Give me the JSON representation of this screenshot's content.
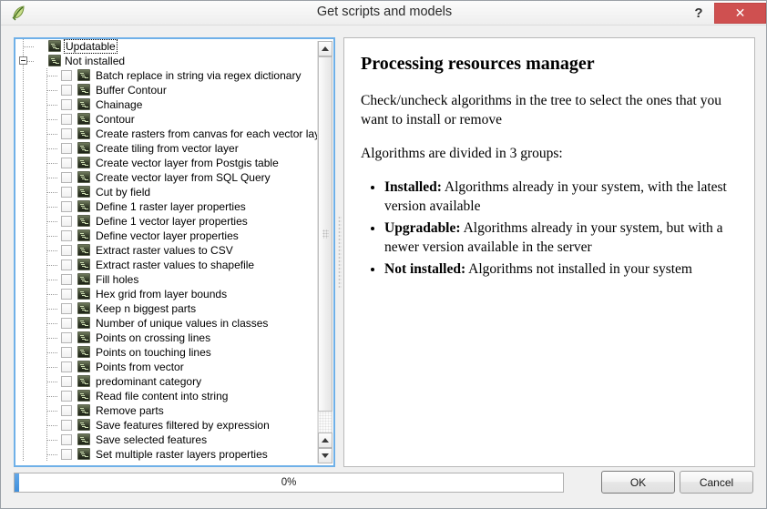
{
  "window": {
    "title": "Get scripts and models",
    "app_icon": "qgis-leaf-icon",
    "help_label": "?",
    "close_label": "✕"
  },
  "tree": {
    "groups": [
      {
        "label": "Updatable",
        "type": "group",
        "expanded": false,
        "focused": true,
        "has_expander": false,
        "icon": "script-icon"
      },
      {
        "label": "Not installed",
        "type": "group",
        "expanded": true,
        "focused": false,
        "has_expander": true,
        "icon": "script-icon"
      }
    ],
    "items": [
      {
        "label": "Batch replace in string via regex dictionary",
        "checked": false,
        "icon": "script-icon"
      },
      {
        "label": "Buffer Contour",
        "checked": false,
        "icon": "script-icon"
      },
      {
        "label": "Chainage",
        "checked": false,
        "icon": "script-icon"
      },
      {
        "label": "Contour",
        "checked": false,
        "icon": "script-icon"
      },
      {
        "label": "Create rasters from canvas for each vector laye...",
        "checked": false,
        "icon": "script-icon"
      },
      {
        "label": "Create tiling from vector layer",
        "checked": false,
        "icon": "script-icon"
      },
      {
        "label": "Create vector layer from Postgis table",
        "checked": false,
        "icon": "script-icon"
      },
      {
        "label": "Create vector layer from SQL Query",
        "checked": false,
        "icon": "script-icon"
      },
      {
        "label": "Cut by field",
        "checked": false,
        "icon": "script-icon"
      },
      {
        "label": "Define 1 raster layer properties",
        "checked": false,
        "icon": "script-icon"
      },
      {
        "label": "Define 1 vector layer properties",
        "checked": false,
        "icon": "script-icon"
      },
      {
        "label": "Define vector layer properties",
        "checked": false,
        "icon": "script-icon"
      },
      {
        "label": "Extract raster values to CSV",
        "checked": false,
        "icon": "script-icon"
      },
      {
        "label": "Extract raster values to shapefile",
        "checked": false,
        "icon": "script-icon"
      },
      {
        "label": "Fill holes",
        "checked": false,
        "icon": "script-icon"
      },
      {
        "label": "Hex grid from layer bounds",
        "checked": false,
        "icon": "script-icon"
      },
      {
        "label": "Keep n biggest parts",
        "checked": false,
        "icon": "script-icon"
      },
      {
        "label": "Number of unique values in classes",
        "checked": false,
        "icon": "script-icon"
      },
      {
        "label": "Points on crossing lines",
        "checked": false,
        "icon": "script-icon"
      },
      {
        "label": "Points on touching lines",
        "checked": false,
        "icon": "script-icon"
      },
      {
        "label": "Points from vector",
        "checked": false,
        "icon": "script-icon"
      },
      {
        "label": "predominant category",
        "checked": false,
        "icon": "script-icon"
      },
      {
        "label": "Read file content into string",
        "checked": false,
        "icon": "script-icon"
      },
      {
        "label": "Remove parts",
        "checked": false,
        "icon": "script-icon"
      },
      {
        "label": "Save features filtered by expression",
        "checked": false,
        "icon": "script-icon"
      },
      {
        "label": "Save selected features",
        "checked": false,
        "icon": "script-icon"
      },
      {
        "label": "Set multiple raster layers properties",
        "checked": false,
        "icon": "script-icon"
      }
    ],
    "scrollbar": {
      "up_arrow": "scroll-up-icon",
      "down_arrow": "scroll-down-icon"
    }
  },
  "description": {
    "title": "Processing resources manager",
    "paragraph1": "Check/uncheck algorithms in the tree to select the ones that you want to install or remove",
    "paragraph2": "Algorithms are divided in 3 groups:",
    "bullets": [
      {
        "term": "Installed:",
        "text": " Algorithms already in your system, with the latest version available"
      },
      {
        "term": "Upgradable:",
        "text": " Algorithms already in your system, but with a newer version available in the server"
      },
      {
        "term": "Not installed:",
        "text": " Algorithms not installed in your system"
      }
    ]
  },
  "progress": {
    "percent": 0,
    "label": "0%"
  },
  "buttons": {
    "ok": "OK",
    "cancel": "Cancel"
  },
  "colors": {
    "accent": "#6fb0e8",
    "close": "#cf5050",
    "progress_fill": "#3f8fdc"
  }
}
